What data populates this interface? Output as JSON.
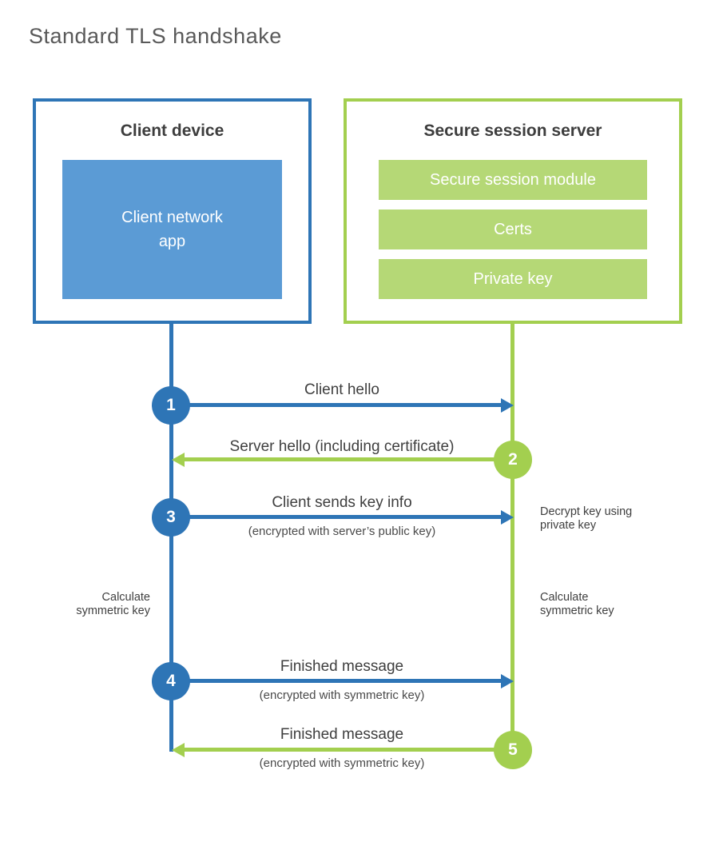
{
  "title": "Standard TLS handshake",
  "colors": {
    "blue": "#2E75B6",
    "blue_light": "#5B9BD5",
    "green": "#A3CF4F",
    "green_light": "#B5D876",
    "heading_text": "#3d3d3d",
    "label_text": "#3f3f3f",
    "title_text": "#595959"
  },
  "client_box": {
    "title": "Client device",
    "app": "Client network\napp"
  },
  "server_box": {
    "title": "Secure session server",
    "modules": [
      "Secure session module",
      "Certs",
      "Private key"
    ]
  },
  "steps": [
    {
      "num": "1",
      "from": "client",
      "direction": "right",
      "label": "Client hello",
      "sub": ""
    },
    {
      "num": "2",
      "from": "server",
      "direction": "left",
      "label": "Server hello (including certificate)",
      "sub": ""
    },
    {
      "num": "3",
      "from": "client",
      "direction": "right",
      "label": "Client sends key info",
      "sub": "(encrypted with server’s public key)"
    },
    {
      "num": "4",
      "from": "client",
      "direction": "right",
      "label": "Finished message",
      "sub": "(encrypted with symmetric key)"
    },
    {
      "num": "5",
      "from": "server",
      "direction": "left",
      "label": "Finished message",
      "sub": "(encrypted with symmetric key)"
    }
  ],
  "side_notes": {
    "decrypt": "Decrypt key using\nprivate key",
    "client_calc": "Calculate\nsymmetric key",
    "server_calc": "Calculate\nsymmetric key"
  }
}
